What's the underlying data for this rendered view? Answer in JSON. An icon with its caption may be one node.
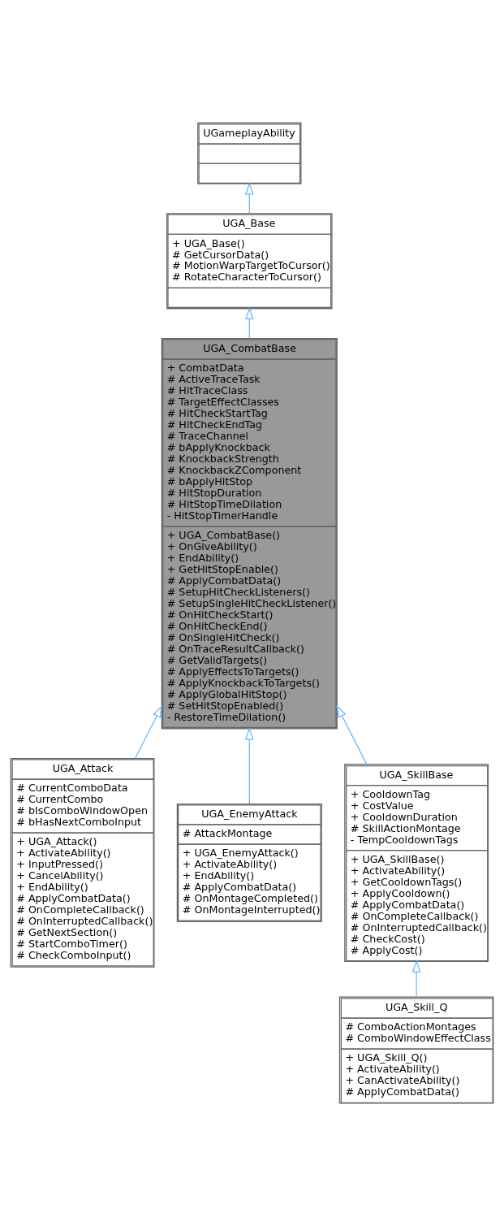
{
  "diagram": {
    "nodes": [
      {
        "text": [
          "UGameplayAbility"
        ]
      },
      {
        "text": [
          "UGA_Base",
          "+ UGA_Base() # GetCursorData() # MotionWarpTargetToCursor() # RotateCharacterToCursor()"
        ]
      },
      {
        "text": [
          "UGA_CombatBase",
          "+ CombatData # ActiveTraceTask # HitTraceClass # TargetEffectClasses # HitCheckStartTag # HitCheckEndTag # TraceChannel # bApplyKnockback # KnockbackStrength # KnockbackZComponent # bApplyHitStop # HitStopDuration # HitStopTimeDilation - HitStopTimerHandle",
          "+ UGA_CombatBase() + OnGiveAbility() + EndAbility() + GetHitStopEnable() # ApplyCombatData() # SetupHitCheckListeners() # SetupSingleHitCheckListener() # OnHitCheckStart() # OnHitCheckEnd() # OnSingleHitCheck() # OnTraceResultCallback() # GetValidTargets() # ApplyEffectsToTargets() # ApplyKnockbackToTargets() # ApplyGlobalHitStop() # SetHitStopEnabled() - RestoreTimeDilation()"
        ]
      },
      {
        "text": [
          "UGA_Attack",
          "# CurrentComboData # CurrentCombo # bIsComboWindowOpen # bHasNextComboInput",
          "+ UGA_Attack() + ActivateAbility() + InputPressed() + CancelAbility() + EndAbility() # ApplyCombatData() # OnCompleteCallback() # OnInterruptedCallback() # GetNextSection() # StartComboTimer() # CheckComboInput()"
        ]
      },
      {
        "text": [
          "UGA_EnemyAttack",
          "# AttackMontage",
          "+ UGA_EnemyAttack() + ActivateAbility() + EndAbility() # ApplyCombatData() # OnMontageCompleted() # OnMontageInterrupted()"
        ]
      },
      {
        "text": [
          "UGA_SkillBase",
          "+ CooldownTag + CostValue + CooldownDuration # SkillActionMontage - TempCooldownTags",
          "+ UGA_SkillBase() + ActivateAbility() + GetCooldownTags() + ApplyCooldown() # ApplyCombatData() # OnCompleteCallback() # OnInterruptedCallback() # CheckCost() # ApplyCost()"
        ]
      },
      {
        "text": [
          "UGA_Skill_Q",
          "# ComboActionMontages # ComboWindowEffectClass",
          "+ UGA_Skill_Q() + ActivateAbility() + CanActivateAbility() # ApplyCombatData()"
        ]
      }
    ],
    "edges": [
      {
        "from": 1,
        "to": 0,
        "arrow": "to"
      },
      {
        "from": 2,
        "to": 1,
        "arrow": "to"
      },
      {
        "from": 3,
        "to": 2,
        "arrow": "to"
      },
      {
        "from": 4,
        "to": 2,
        "arrow": "to"
      },
      {
        "from": 5,
        "to": 2,
        "arrow": "to"
      },
      {
        "from": 6,
        "to": 5,
        "arrow": "to"
      }
    ]
  }
}
